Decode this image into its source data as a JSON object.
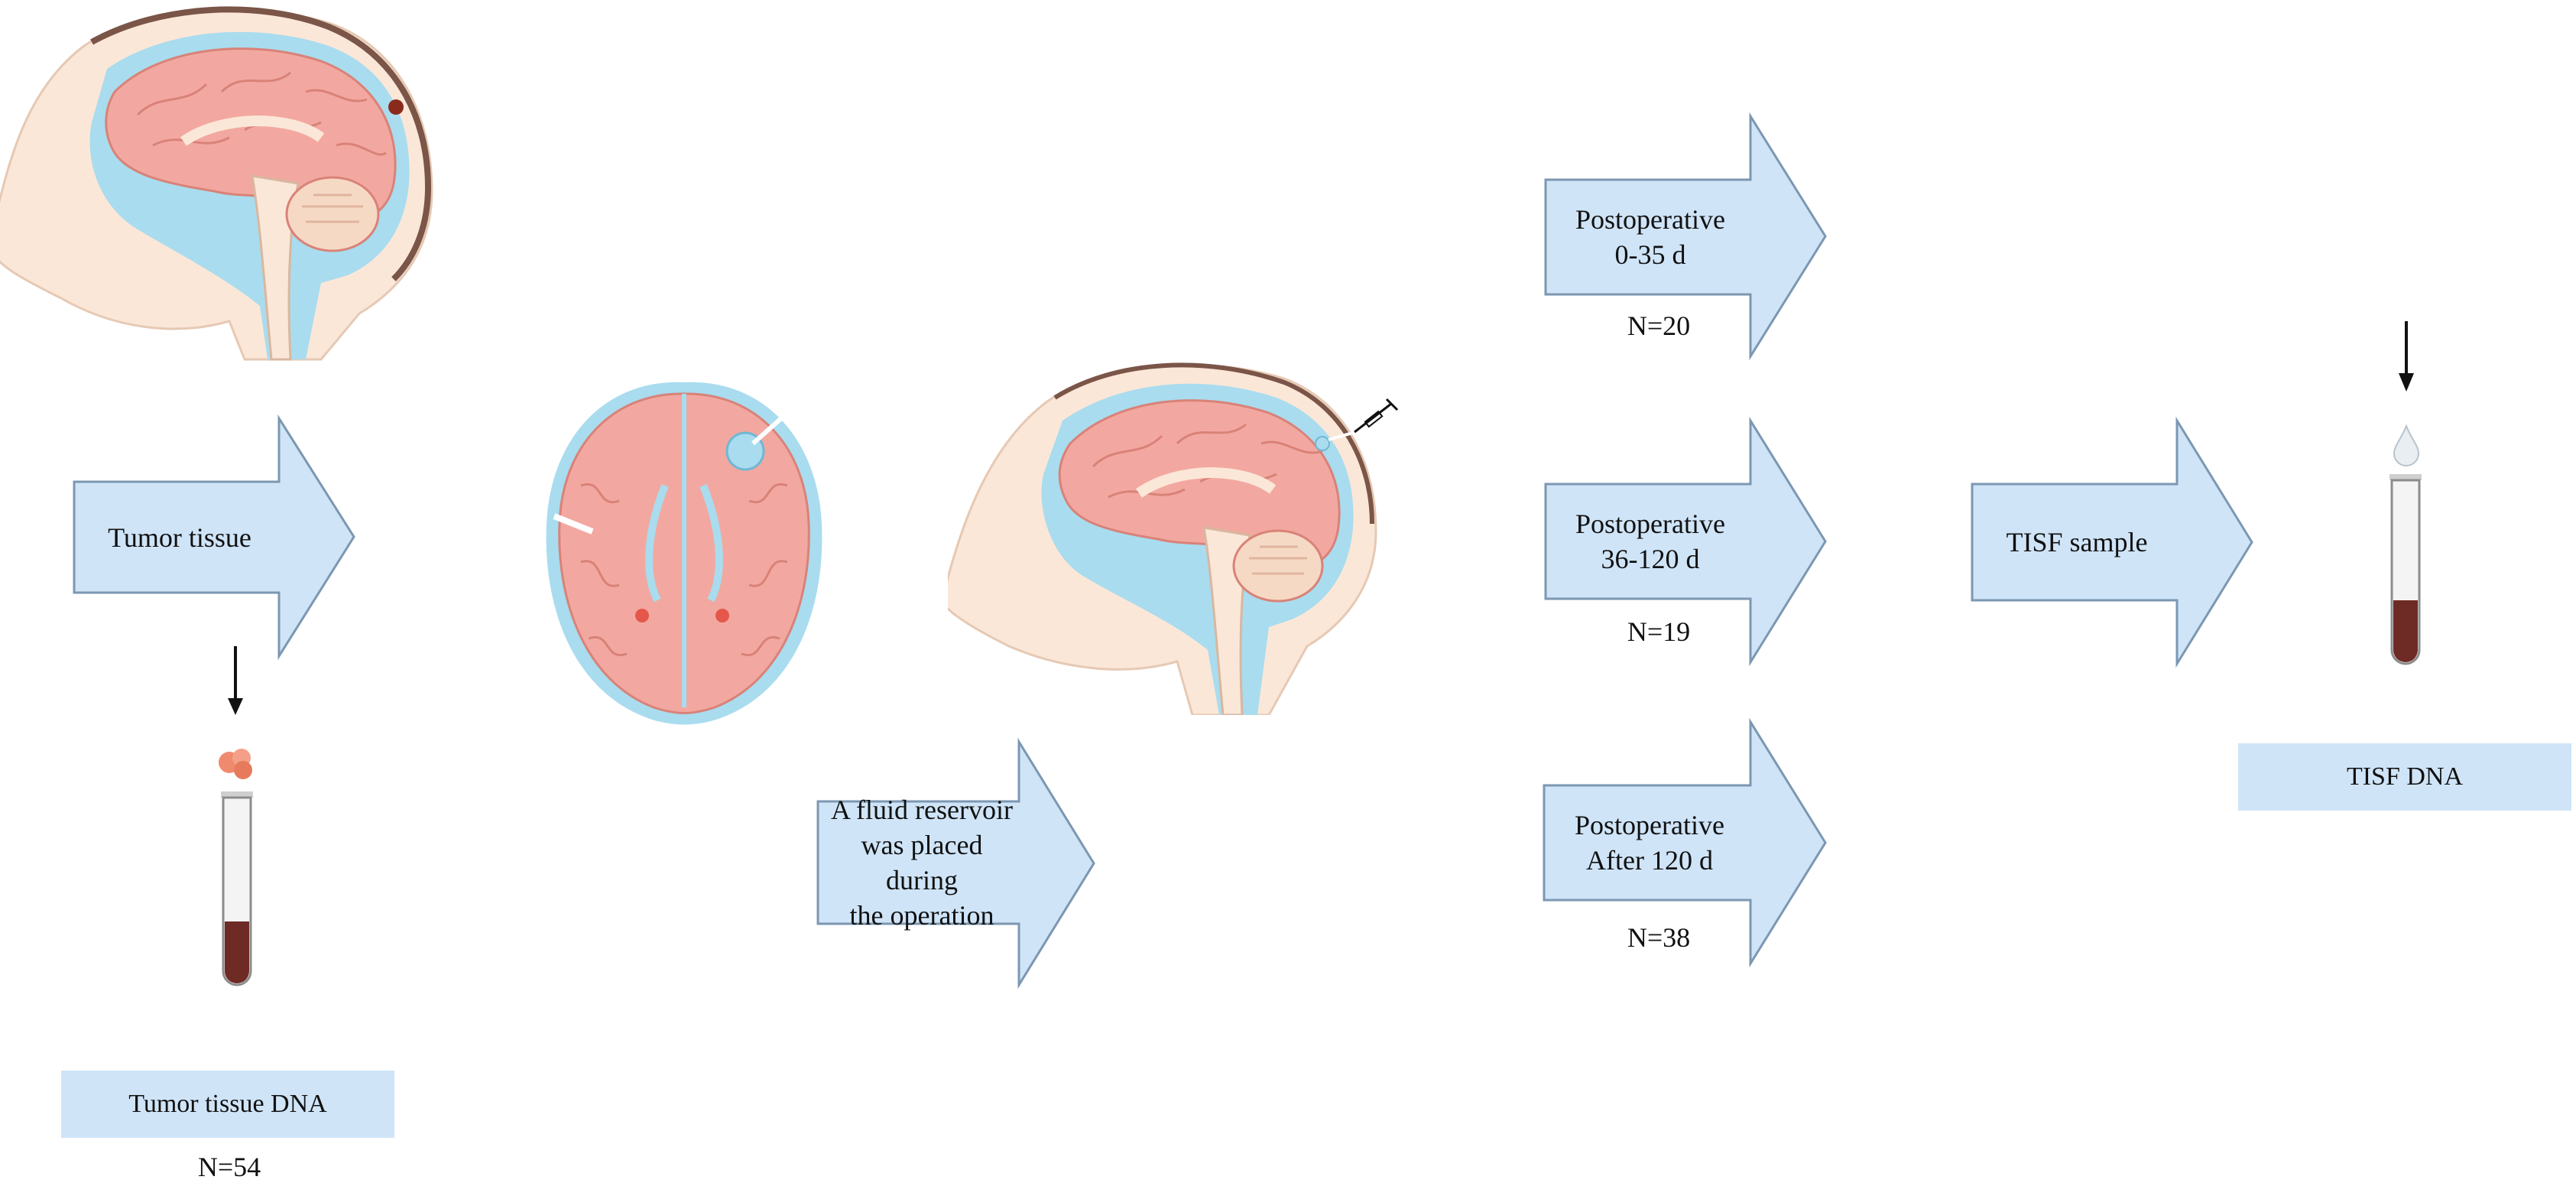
{
  "colors": {
    "arrow_fill": "#cfe4f7",
    "arrow_stroke": "#7c97b2",
    "label_box": "#cfe4f7",
    "brain_pink": "#f2a8a0",
    "csf_blue": "#a9dcee",
    "skin": "#fbe7d8",
    "tube_blood": "#6e2a24"
  },
  "arrows": {
    "tumor_tissue": "Tumor tissue",
    "reservoir": "A fluid reservoir\nwas placed during\nthe operation",
    "post_0_35": "Postoperative\n0-35 d",
    "post_36_120": "Postoperative\n36-120 d",
    "post_after_120": "Postoperative\nAfter 120 d",
    "tisf_sample": "TISF sample"
  },
  "counts": {
    "post_0_35": "N=20",
    "post_36_120": "N=19",
    "post_after_120": "N=38",
    "tumor_tissue_dna": "N=54"
  },
  "labels": {
    "tumor_tissue_dna": "Tumor tissue DNA",
    "tisf_dna": "TISF DNA"
  },
  "icons": [
    "sagittal-brain-icon",
    "axial-brain-icon",
    "brain-with-reservoir-icon",
    "test-tube-icon",
    "down-arrow-icon",
    "tumor-sample-icon",
    "droplet-icon",
    "syringe-icon"
  ]
}
